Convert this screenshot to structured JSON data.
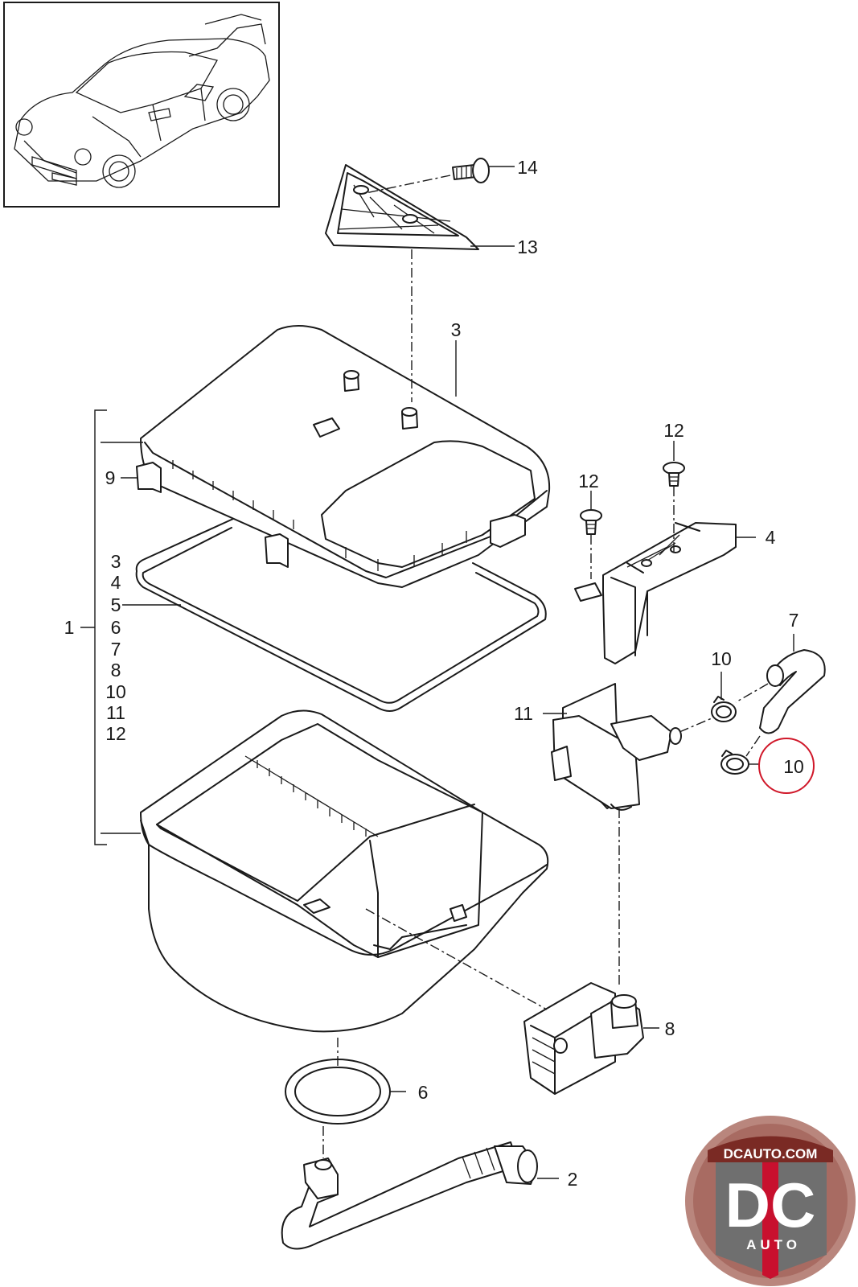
{
  "labels": {
    "l1": "1",
    "l2": "2",
    "l3": "3",
    "l4": "4",
    "l6": "6",
    "l7": "7",
    "l8": "8",
    "l9": "9",
    "l10a": "10",
    "l10b": "10",
    "l11": "11",
    "l12a": "12",
    "l12b": "12",
    "l13": "13",
    "l14": "14"
  },
  "kit_list": [
    "3",
    "4",
    "5",
    "6",
    "7",
    "8",
    "10",
    "11",
    "12"
  ],
  "logo": {
    "top": "DCAUTO.COM",
    "main": "DC",
    "bottom": "AUTO"
  },
  "highlight_color": "#d0182a"
}
